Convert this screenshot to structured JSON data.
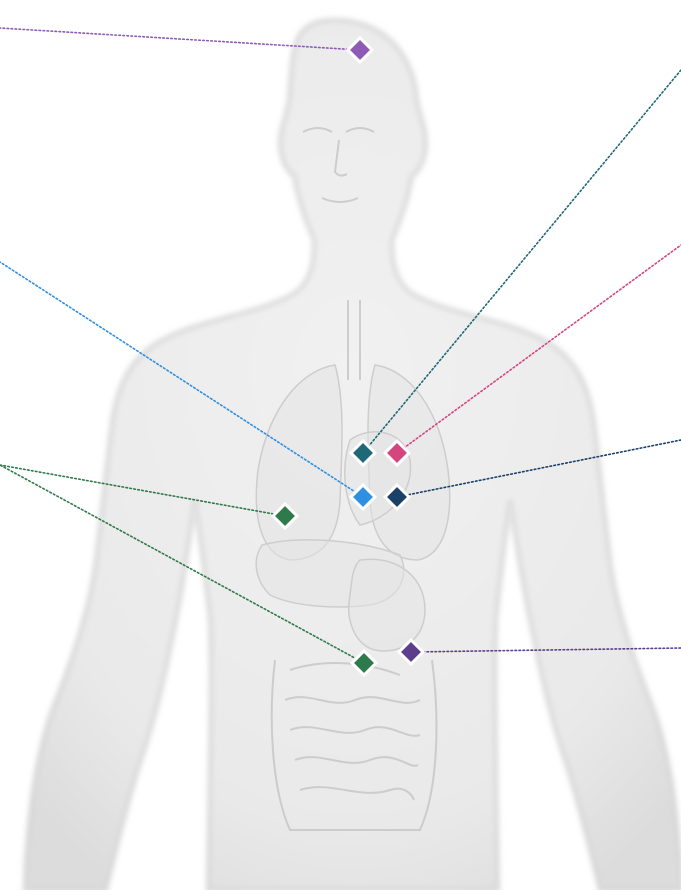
{
  "colors": {
    "background": "#ffffff",
    "silhouette": "#ececec",
    "brain": "#8e5ab5",
    "thyroid": "#1f6878",
    "thymus": "#d5457f",
    "heart": "#2f8fe0",
    "lungs": "#1b4169",
    "liver": "#2f7a4a",
    "stomach": "#2f7a4a",
    "pancreas": "#5b3e8c"
  },
  "markers": [
    {
      "id": "brain",
      "color": "#8e5ab5",
      "icon": "diamond"
    },
    {
      "id": "upper-left",
      "color": "#1f6878",
      "icon": "diamond"
    },
    {
      "id": "upper-right",
      "color": "#d5457f",
      "icon": "diamond"
    },
    {
      "id": "center-left",
      "color": "#2f8fe0",
      "icon": "diamond"
    },
    {
      "id": "center-right",
      "color": "#1b4169",
      "icon": "diamond"
    },
    {
      "id": "liver",
      "color": "#2f7a4a",
      "icon": "diamond"
    },
    {
      "id": "stomach",
      "color": "#2f7a4a",
      "icon": "diamond"
    },
    {
      "id": "lower-right",
      "color": "#5b3e8c",
      "icon": "diamond"
    }
  ]
}
